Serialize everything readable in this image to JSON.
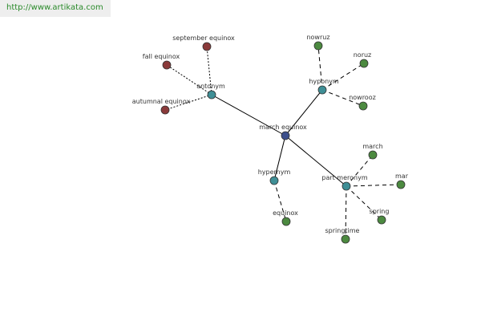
{
  "header": {
    "url_text": "http://www.artikata.com"
  },
  "colors": {
    "center": "#3c4f8c",
    "relation": "#3f8f96",
    "antonym_term": "#8a3a3a",
    "related_term": "#4c8a40"
  },
  "graph": {
    "nodes": [
      {
        "id": "center",
        "label": "march equinox",
        "kind": "center"
      },
      {
        "id": "antonym",
        "label": "antonym",
        "kind": "relation"
      },
      {
        "id": "hyponym",
        "label": "hyponym",
        "kind": "relation"
      },
      {
        "id": "hypernym",
        "label": "hypernym",
        "kind": "relation"
      },
      {
        "id": "part-meronym",
        "label": "part meronym",
        "kind": "relation"
      },
      {
        "id": "september-equinox",
        "label": "september equinox",
        "kind": "antonym_term"
      },
      {
        "id": "fall-equinox",
        "label": "fall equinox",
        "kind": "antonym_term"
      },
      {
        "id": "autumnal-equinox",
        "label": "autumnal equinox",
        "kind": "antonym_term"
      },
      {
        "id": "nowruz",
        "label": "nowruz",
        "kind": "related_term"
      },
      {
        "id": "noruz",
        "label": "noruz",
        "kind": "related_term"
      },
      {
        "id": "nowrooz",
        "label": "nowrooz",
        "kind": "related_term"
      },
      {
        "id": "equinox",
        "label": "equinox",
        "kind": "related_term"
      },
      {
        "id": "march",
        "label": "march",
        "kind": "related_term"
      },
      {
        "id": "mar",
        "label": "mar",
        "kind": "related_term"
      },
      {
        "id": "spring",
        "label": "spring",
        "kind": "related_term"
      },
      {
        "id": "springtime",
        "label": "springtime",
        "kind": "related_term"
      }
    ],
    "edges": [
      {
        "from": "center",
        "to": "antonym",
        "style": "solid"
      },
      {
        "from": "center",
        "to": "hyponym",
        "style": "solid"
      },
      {
        "from": "center",
        "to": "hypernym",
        "style": "solid"
      },
      {
        "from": "center",
        "to": "part-meronym",
        "style": "solid"
      },
      {
        "from": "antonym",
        "to": "september-equinox",
        "style": "dotted"
      },
      {
        "from": "antonym",
        "to": "fall-equinox",
        "style": "dotted"
      },
      {
        "from": "antonym",
        "to": "autumnal-equinox",
        "style": "dotted"
      },
      {
        "from": "hyponym",
        "to": "nowruz",
        "style": "dashed"
      },
      {
        "from": "hyponym",
        "to": "noruz",
        "style": "dashed"
      },
      {
        "from": "hyponym",
        "to": "nowrooz",
        "style": "dashed"
      },
      {
        "from": "hypernym",
        "to": "equinox",
        "style": "dashed"
      },
      {
        "from": "part-meronym",
        "to": "march",
        "style": "dashed"
      },
      {
        "from": "part-meronym",
        "to": "mar",
        "style": "dashed"
      },
      {
        "from": "part-meronym",
        "to": "spring",
        "style": "dashed"
      },
      {
        "from": "part-meronym",
        "to": "springtime",
        "style": "dashed"
      }
    ]
  }
}
